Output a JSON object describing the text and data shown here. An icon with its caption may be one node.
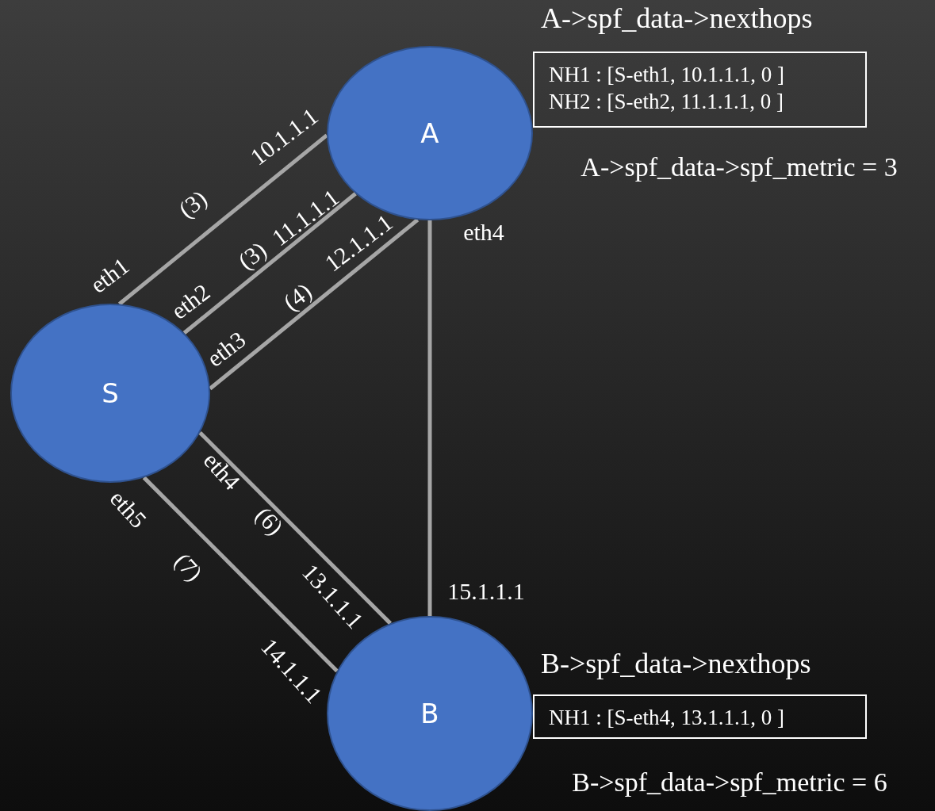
{
  "diagram": {
    "nodes": [
      {
        "text": [
          "A"
        ]
      },
      {
        "text": [
          "S"
        ]
      },
      {
        "text": [
          "B"
        ]
      },
      {
        "text": [
          "A->spf_data->nexthops",
          "NH1 : [S-eth1, 10.1.1.1, 0 ]",
          "NH2 : [S-eth2, 11.1.1.1, 0 ]"
        ]
      },
      {
        "text": [
          "B->spf_data->nexthops",
          "NH1 : [S-eth4, 13.1.1.1, 0 ]"
        ]
      }
    ],
    "edges": [
      {
        "from": 1,
        "to": 0,
        "arrow": "none",
        "label": "(3)"
      },
      {
        "from": 1,
        "to": 0,
        "arrow": "none",
        "label": "(3)"
      },
      {
        "from": 1,
        "to": 0,
        "arrow": "none",
        "label": "(4)"
      },
      {
        "from": 0,
        "to": 2,
        "arrow": "none"
      },
      {
        "from": 1,
        "to": 2,
        "arrow": "none",
        "label": "(6)"
      },
      {
        "from": 1,
        "to": 2,
        "arrow": "none",
        "label": "(7)"
      }
    ],
    "labels": [
      "A->spf_data->spf_metric = 3",
      "10.1.1.1",
      "11.1.1.1",
      "eth4",
      "12.1.1.1",
      "eth1",
      "eth2",
      "eth3",
      "eth4",
      "eth5",
      "13.1.1.1",
      "15.1.1.1",
      "14.1.1.1",
      "B->spf_data->spf_metric = 6"
    ]
  }
}
